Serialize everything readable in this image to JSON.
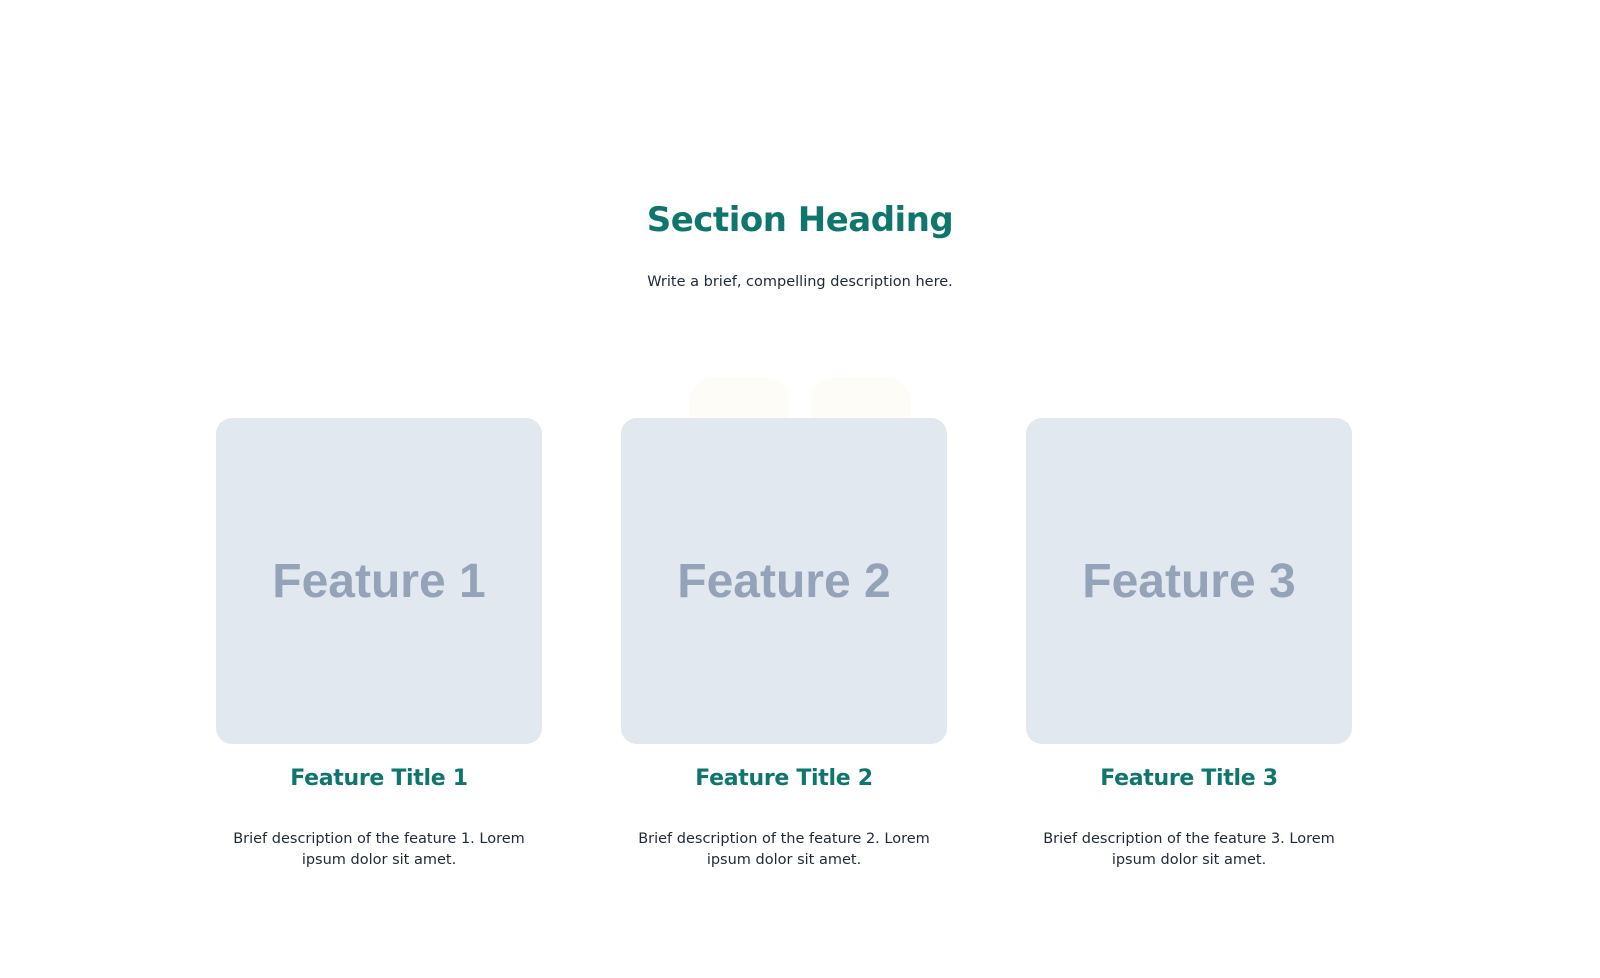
{
  "section": {
    "heading": "Section Heading",
    "subtitle": "Write a brief, compelling description here."
  },
  "features": [
    {
      "image_label": "Feature 1",
      "title": "Feature Title 1",
      "description": "Brief description of the feature 1. Lorem ipsum dolor sit amet."
    },
    {
      "image_label": "Feature 2",
      "title": "Feature Title 2",
      "description": "Brief description of the feature 2. Lorem ipsum dolor sit amet."
    },
    {
      "image_label": "Feature 3",
      "title": "Feature Title 3",
      "description": "Brief description of the feature 3. Lorem ipsum dolor sit amet."
    }
  ],
  "colors": {
    "accent": "#0f766e",
    "text": "#1f2937",
    "placeholder_bg": "#e2e8f0",
    "placeholder_text": "#94a3b8",
    "decor": "#fdfcf7"
  }
}
